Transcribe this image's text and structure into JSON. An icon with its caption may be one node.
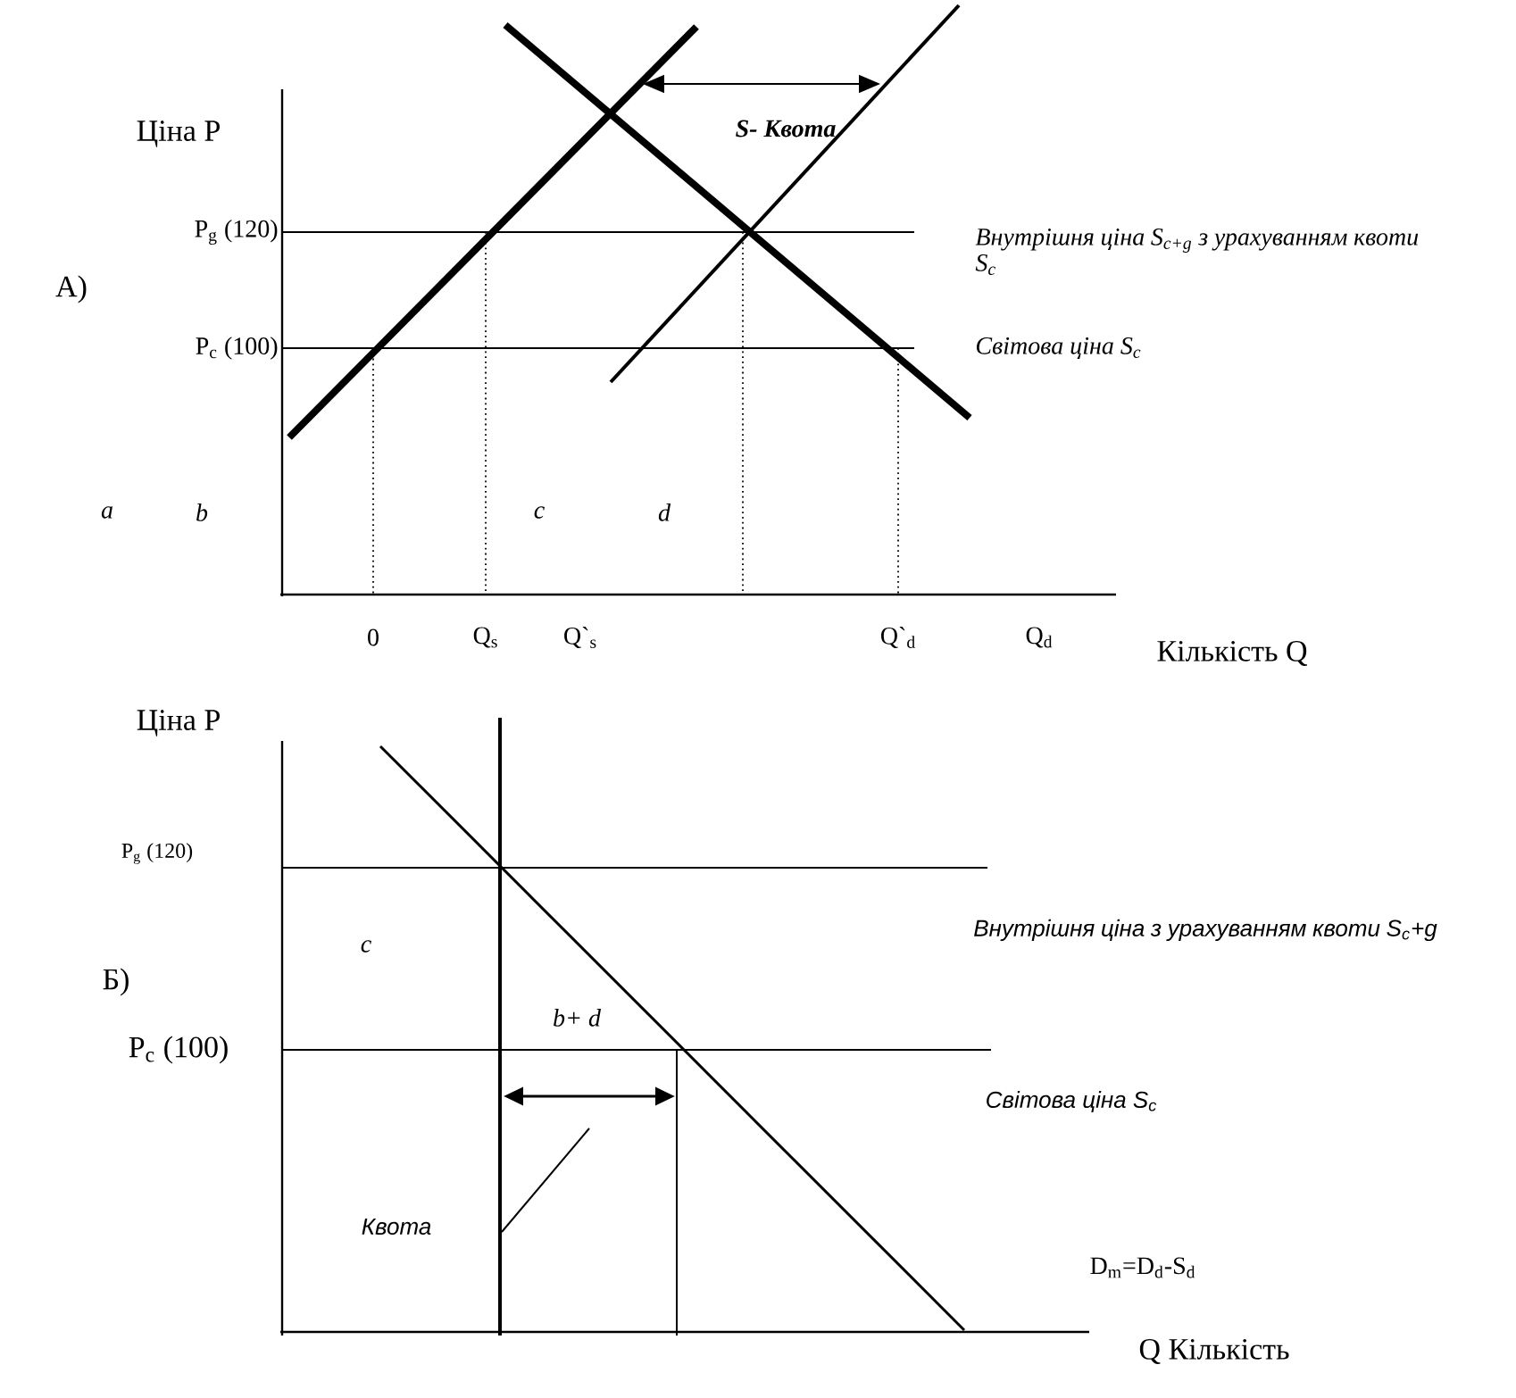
{
  "diagram": {
    "labels": [
      "Ціна P",
      "S- Квота",
      "P$_{g}$  (120)",
      "Внутрішня ціна S$_{c+g}$ з урахуванням квоти S$_{c}$",
      "А)",
      "P$_{c}$  (100)",
      "Світова ціна S$_{c}$",
      "a",
      "b",
      "c",
      "d",
      "0",
      "Q$_{s}$",
      "Q`$_{s}$",
      "Q`$_{d}$",
      "Q$_{d}$",
      "Кількість Q",
      "Ціна  P",
      "P$_{g}$ (120)",
      "Внутрішня ціна з урахуванням квоти S$_{c}$+g",
      "c",
      "Б)",
      "b+ d",
      "P$_{c}$ (100)",
      "Світова ціна S$_{c}$",
      "Квота",
      "D$_{m}$=D$_{d}$-S$_{d}$",
      "Q Кількість"
    ]
  }
}
